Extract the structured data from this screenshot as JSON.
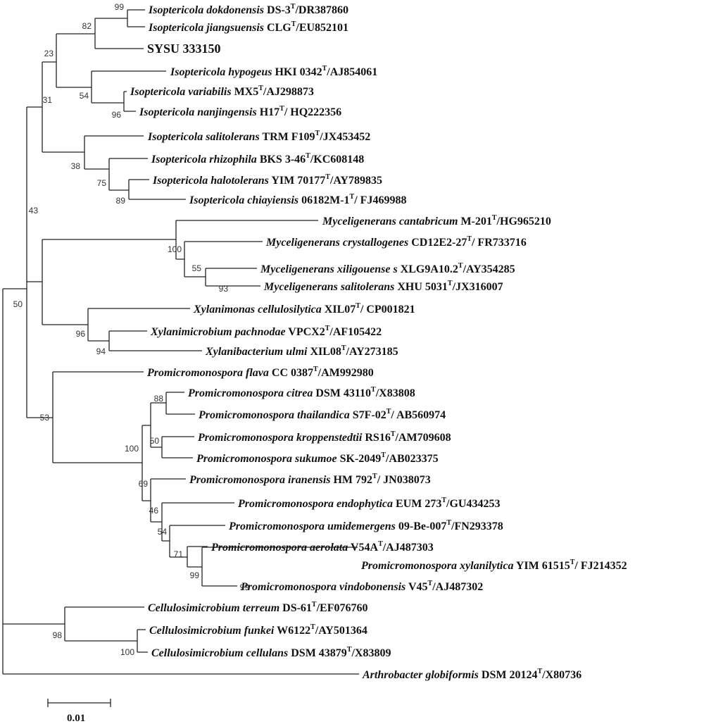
{
  "leaves": {
    "dokdonensis": {
      "species": "Isoptericola dokdonensis",
      "strain": "DS-3",
      "sup": "T",
      "acc": "/DR387860"
    },
    "jiangsuensis": {
      "species": "Isoptericola jiangsuensis",
      "strain": "CLG",
      "sup": "T",
      "acc": "/EU852101"
    },
    "sysu": {
      "species": "",
      "strain": "SYSU 333150",
      "sup": "",
      "acc": ""
    },
    "hypogeus": {
      "species": "Isoptericola hypogeus",
      "strain": "HKI 0342",
      "sup": "T",
      "acc": "/AJ854061"
    },
    "variabilis": {
      "species": "Isoptericola variabilis",
      "strain": "MX5",
      "sup": "T",
      "acc": "/AJ298873"
    },
    "nanjingensis": {
      "species": "Isoptericola nanjingensis",
      "strain": "H17",
      "sup": "T",
      "acc": "/ HQ222356"
    },
    "salitolerans_iso": {
      "species": "Isoptericola salitolerans",
      "strain": "TRM F109",
      "sup": "T",
      "acc": "/JX453452"
    },
    "rhizophila": {
      "species": "Isoptericola rhizophila",
      "strain": "BKS 3-46",
      "sup": "T",
      "acc": "/KC608148"
    },
    "halotolerans": {
      "species": "Isoptericola halotolerans",
      "strain": "YIM 70177",
      "sup": "T",
      "acc": "/AY789835"
    },
    "chiayiensis": {
      "species": "Isoptericola chiayiensis",
      "strain": "06182M-1",
      "sup": "T",
      "acc": "/ FJ469988"
    },
    "cantabricum": {
      "species": "Myceligenerans cantabricum",
      "strain": " M-201",
      "sup": "T",
      "acc": "/HG965210"
    },
    "crystallogenes": {
      "species": "Myceligenerans crystallogenes",
      "strain": "CD12E2-27",
      "sup": "T",
      "acc": "/ FR733716"
    },
    "xiligouense": {
      "species": "Myceligenerans xiligouense s",
      "strain": "XLG9A10.2",
      "sup": "T",
      "acc": "/AY354285"
    },
    "salitolerans_myc": {
      "species": "Myceligenerans salitolerans",
      "strain": "XHU 5031",
      "sup": "T",
      "acc": "/JX316007"
    },
    "xylanimonas": {
      "species": "Xylanimonas cellulosilytica",
      "strain": " XIL07",
      "sup": "T",
      "acc": "/ CP001821"
    },
    "xylanimicrobium": {
      "species": "Xylanimicrobium pachnodae",
      "strain": "VPCX2",
      "sup": "T",
      "acc": "/AF105422"
    },
    "xylanibacterium": {
      "species": "Xylanibacterium ulmi",
      "strain": " XIL08",
      "sup": "T",
      "acc": "/AY273185"
    },
    "flava": {
      "species": "Promicromonospora flava",
      "strain": "CC 0387",
      "sup": "T",
      "acc": "/AM992980"
    },
    "citrea": {
      "species": "Promicromonospora citrea",
      "strain": "DSM 43110",
      "sup": "T",
      "acc": "/X83808"
    },
    "thailandica": {
      "species": "Promicromonospora thailandica",
      "strain": "S7F-02",
      "sup": "T",
      "acc": "/ AB560974"
    },
    "kroppenstedtii": {
      "species": "Promicromonospora kroppenstedtii",
      "strain": " RS16",
      "sup": "T",
      "acc": "/AM709608"
    },
    "sukumoe": {
      "species": "Promicromonospora sukumoe",
      "strain": "SK-2049",
      "sup": "T",
      "acc": "/AB023375"
    },
    "iranensis": {
      "species": "Promicromonospora iranensis",
      "strain": "HM 792",
      "sup": "T",
      "acc": "/ JN038073"
    },
    "endophytica": {
      "species": "Promicromonospora endophytica",
      "strain": "EUM 273",
      "sup": "T",
      "acc": "/GU434253"
    },
    "umidemergens": {
      "species": "Promicromonospora umidemergens",
      "strain": "09-Be-007",
      "sup": "T",
      "acc": "/FN293378"
    },
    "aerolata": {
      "species": "Promicromonospora aerolata",
      "strain": "V54A",
      "sup": "T",
      "acc": "/AJ487303"
    },
    "xylanilytica": {
      "species": "Promicromonospora xylanilytica",
      "strain": " YIM 61515",
      "sup": "T",
      "acc": "/ FJ214352"
    },
    "vindobonensis": {
      "species": "Promicromonospora vindobonensis",
      "strain": "V45",
      "sup": "T",
      "acc": "/AJ487302"
    },
    "terreum": {
      "species": "Cellulosimicrobium terreum",
      "strain": "DS-61",
      "sup": "T",
      "acc": "/EF076760"
    },
    "funkei": {
      "species": "Cellulosimicrobium funkei",
      "strain": "W6122",
      "sup": "T",
      "acc": "/AY501364"
    },
    "cellulans": {
      "species": "Cellulosimicrobium cellulans",
      "strain": "DSM 43879",
      "sup": "T",
      "acc": "/X83809"
    },
    "arthrobacter": {
      "species": "Arthrobacter globiformis",
      "strain": "DSM 20124",
      "sup": "T",
      "acc": "/X80736"
    }
  },
  "bootstrap": {
    "b99a": "99",
    "b82": "82",
    "b23": "23",
    "b54": "54",
    "b96a": "96",
    "b31": "31",
    "b38": "38",
    "b75": "75",
    "b89": "89",
    "b43": "43",
    "b100a": "100",
    "b55": "55",
    "b93": "93",
    "b50a": "50",
    "b96b": "96",
    "b94": "94",
    "b53": "53",
    "b88": "88",
    "b100b": "100",
    "b50b": "50",
    "b69": "69",
    "b46": "46",
    "b54b": "54",
    "b71": "71",
    "b99b": "99",
    "b99c": "99",
    "b98": "98",
    "b100c": "100"
  },
  "scale_bar": {
    "label": "0.01"
  }
}
